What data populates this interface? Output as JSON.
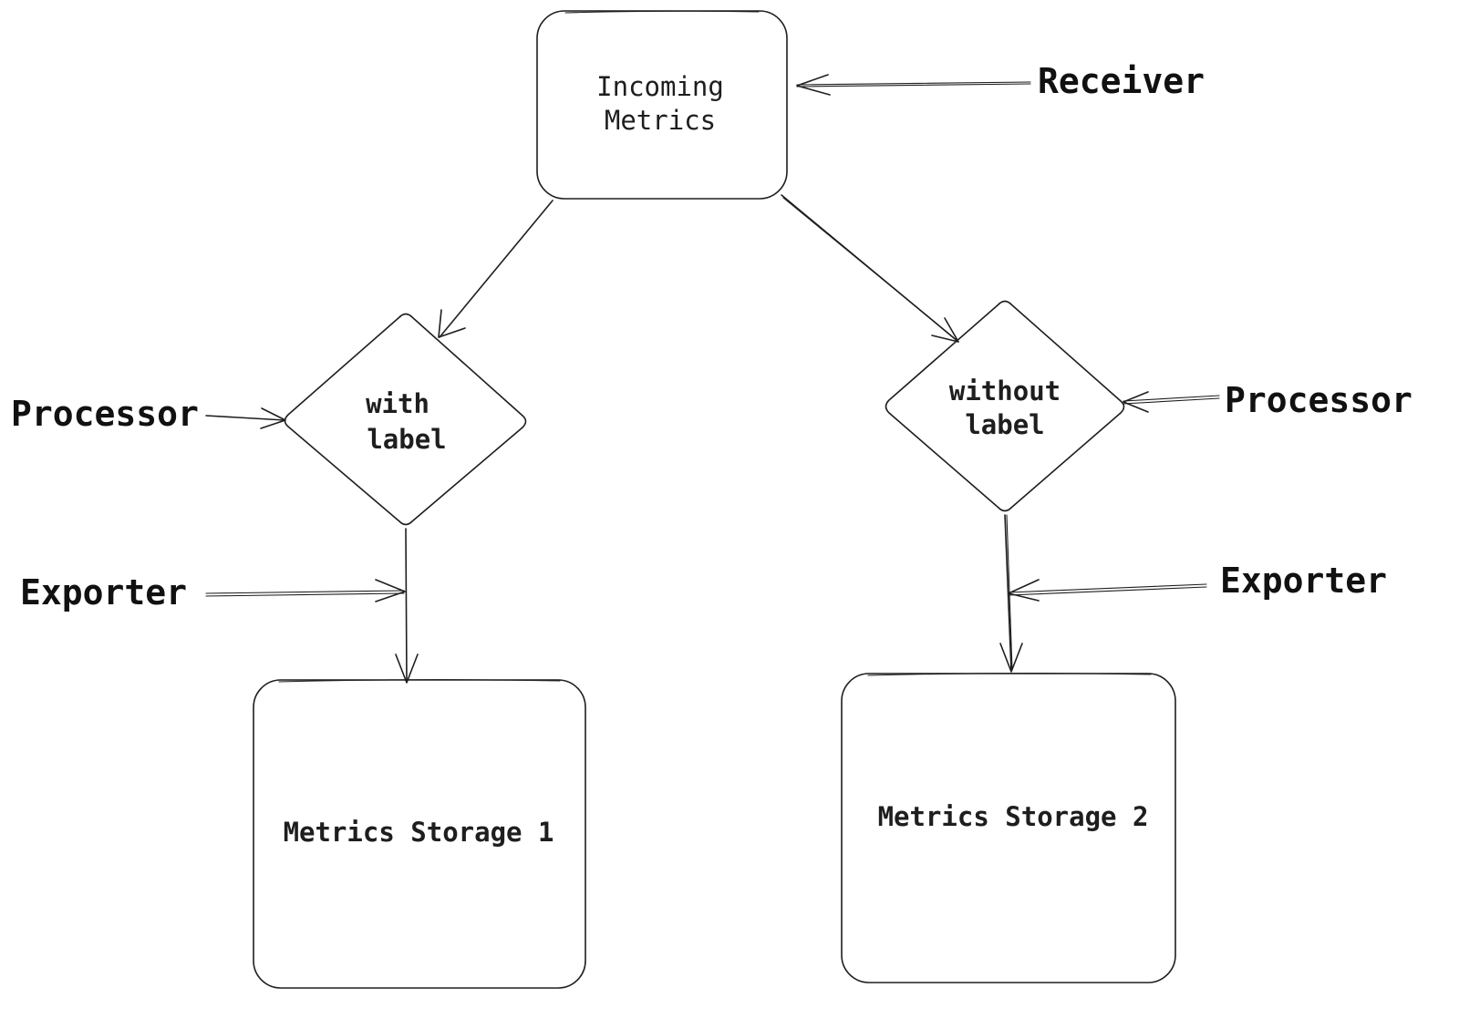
{
  "nodes": {
    "incoming": {
      "line1": "Incoming",
      "line2": "Metrics"
    },
    "with_label": {
      "line1": "with",
      "line2": "label"
    },
    "without_label": {
      "line1": "without",
      "line2": "label"
    },
    "storage1": {
      "label": "Metrics Storage 1"
    },
    "storage2": {
      "label": "Metrics Storage 2"
    }
  },
  "labels": {
    "receiver": "Receiver",
    "processor_left": "Processor",
    "processor_right": "Processor",
    "exporter_left": "Exporter",
    "exporter_right": "Exporter"
  },
  "colors": {
    "blue": "#4a9ee8",
    "yellow": "#f0c23a",
    "stroke": "#1e1e1e"
  }
}
